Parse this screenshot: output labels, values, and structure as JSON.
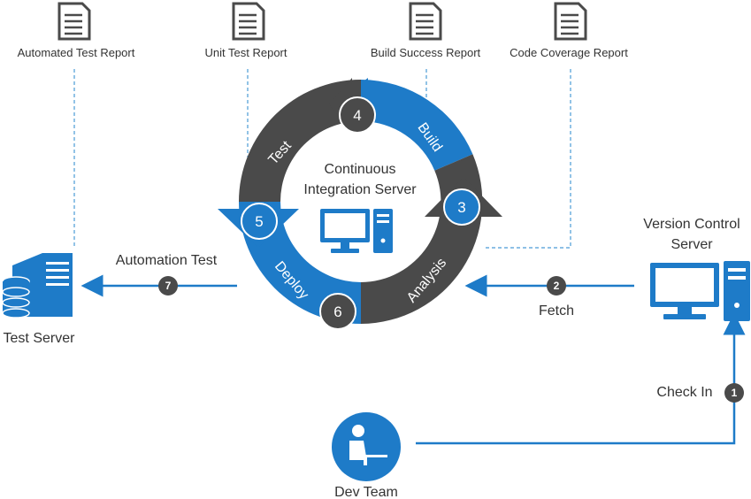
{
  "reports": [
    {
      "label": "Automated Test Report"
    },
    {
      "label": "Unit Test Report"
    },
    {
      "label": "Build Success Report"
    },
    {
      "label": "Code Coverage Report"
    }
  ],
  "center": {
    "line1": "Continuous",
    "line2": "Integration  Server"
  },
  "cycle": [
    {
      "num": "4",
      "label": "Build"
    },
    {
      "num": "3",
      "label": "Analysis"
    },
    {
      "num": "6",
      "label": "Deploy"
    },
    {
      "num": "5",
      "label": "Test"
    }
  ],
  "test_server": {
    "label": "Test Server",
    "arrow_label": "Automation Test",
    "step": "7"
  },
  "vcs": {
    "line1": "Version Control",
    "line2": "Server",
    "fetch_label": "Fetch",
    "fetch_step": "2",
    "checkin_label": "Check In",
    "checkin_step": "1"
  },
  "dev_team": {
    "label": "Dev Team"
  },
  "colors": {
    "blue": "#1e7bc8",
    "dark": "#4a4a4a",
    "text": "#333333",
    "dash": "#4a9bd6"
  }
}
